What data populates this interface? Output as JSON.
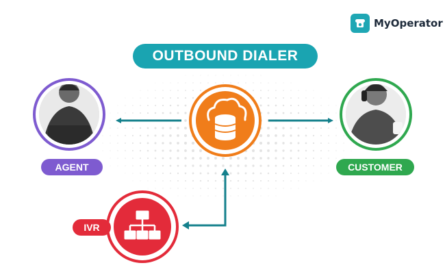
{
  "brand": {
    "name": "MyOperator",
    "icon": "phone-icon",
    "color": "#1fa7b4"
  },
  "title": "OUTBOUND DIALER",
  "nodes": {
    "agent": {
      "label": "AGENT",
      "ring_color": "#7e5bd0",
      "icon": "agent-avatar"
    },
    "customer": {
      "label": "CUSTOMER",
      "ring_color": "#2fa84f",
      "icon": "customer-avatar"
    },
    "server": {
      "icon": "cloud-database-icon",
      "ring_color": "#f07d1a"
    },
    "ivr": {
      "label": "IVR",
      "ring_color": "#e32b3a",
      "icon": "hierarchy-icon"
    }
  },
  "colors": {
    "arrow": "#14808c",
    "title_bg": "#1aa4b1"
  }
}
